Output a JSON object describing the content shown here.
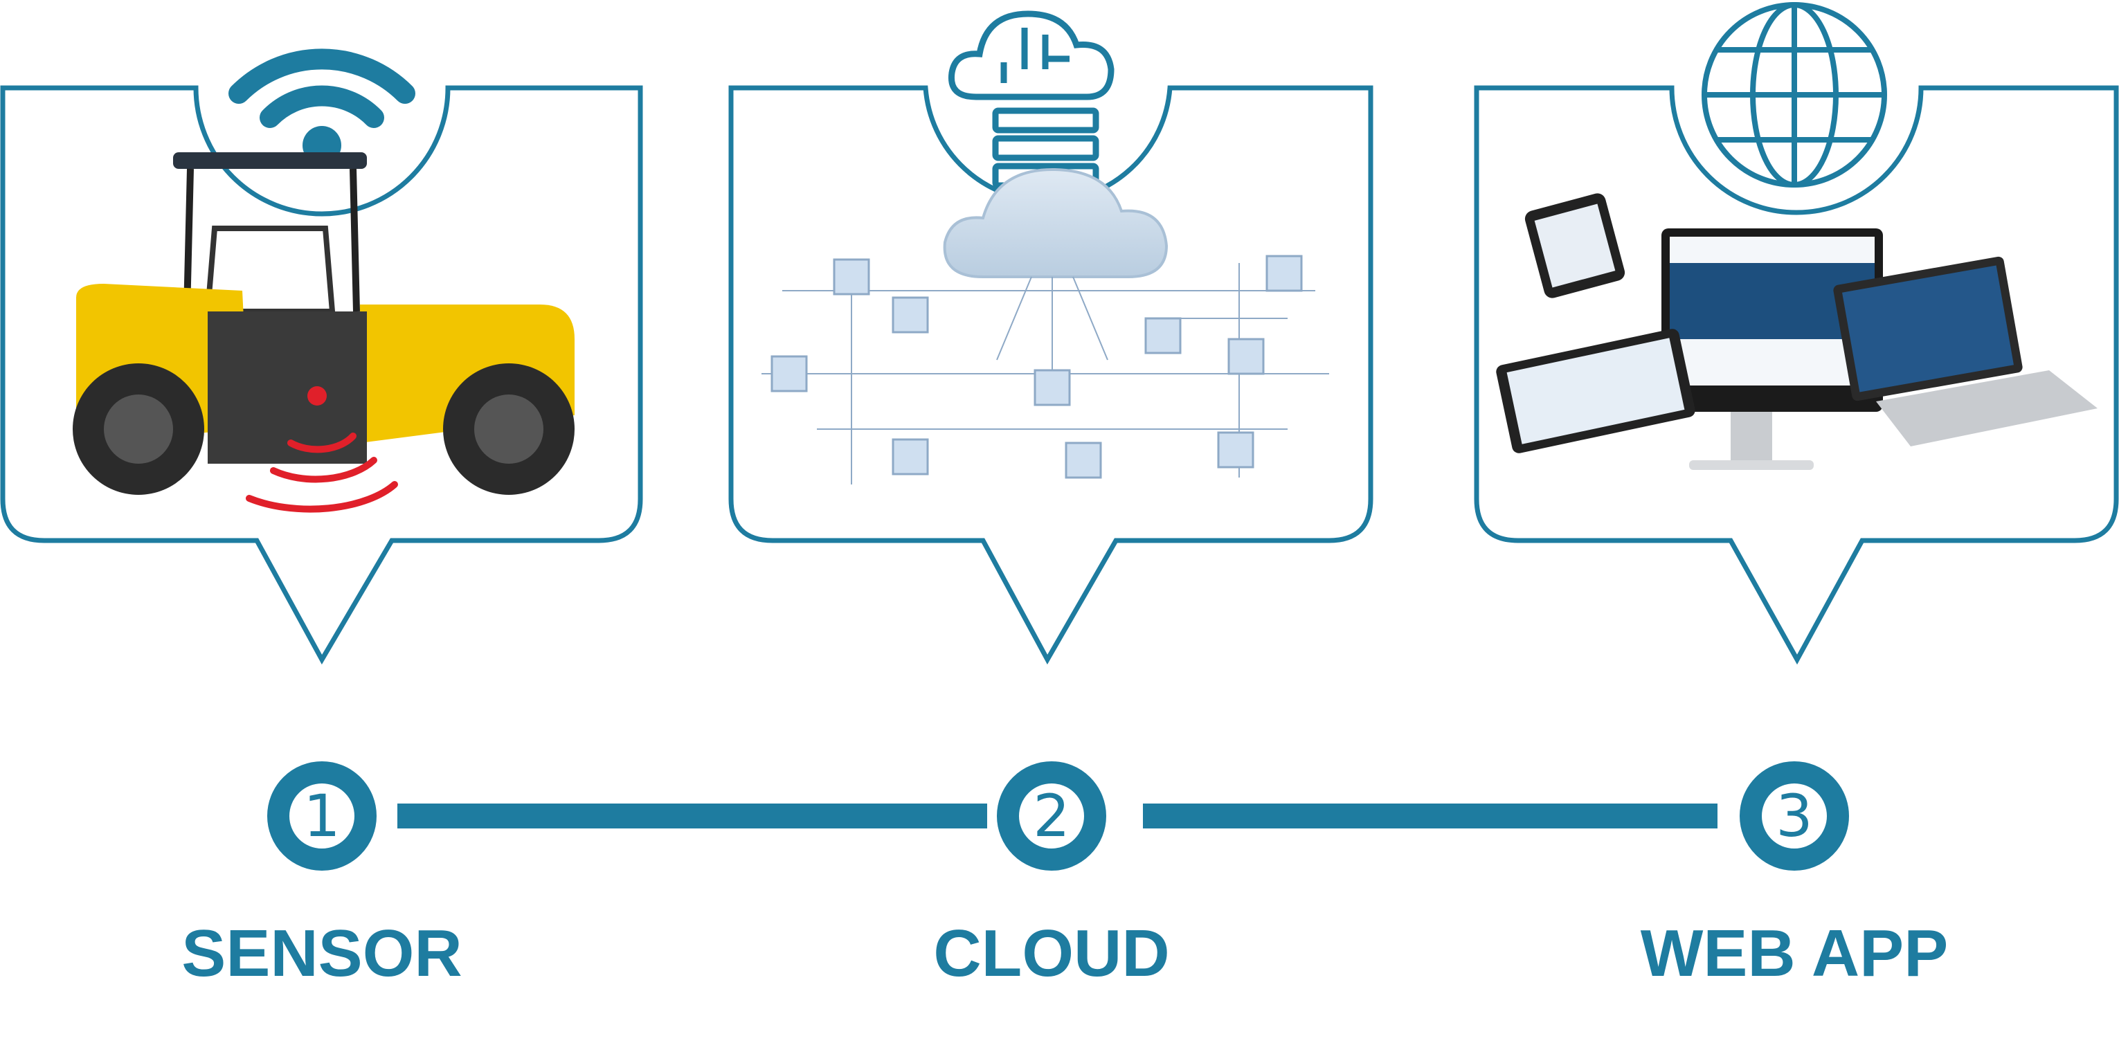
{
  "colors": {
    "primary": "#1e7ca0",
    "sensor_signal": "#e0202a",
    "machine_yellow": "#f2c500"
  },
  "steps": [
    {
      "number": "1",
      "label": "SENSOR",
      "icon": "wifi-icon",
      "image": "road-roller-with-sensor"
    },
    {
      "number": "2",
      "label": "CLOUD",
      "icon": "cloud-server-icon",
      "image": "cloud-network"
    },
    {
      "number": "3",
      "label": "WEB APP",
      "icon": "globe-icon",
      "image": "responsive-devices"
    }
  ]
}
